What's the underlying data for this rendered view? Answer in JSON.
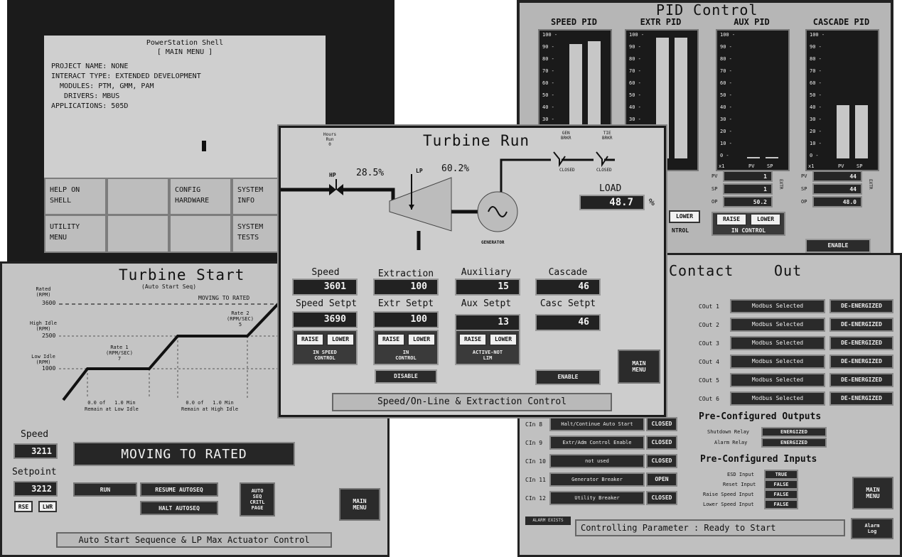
{
  "shell": {
    "title": "PowerStation Shell",
    "subtitle": "[ MAIN MENU ]",
    "info_lines": [
      "PROJECT NAME:  NONE",
      "INTERACT TYPE: EXTENDED DEVELOPMENT",
      "  MODULES: PTM, GMM, PAM",
      "   DRIVERS: MBUS",
      "APPLICATIONS: 505D"
    ],
    "menu": [
      {
        "line1": "HELP ON",
        "line2": "SHELL"
      },
      {
        "line1": "",
        "line2": ""
      },
      {
        "line1": "CONFIG",
        "line2": "HARDWARE"
      },
      {
        "line1": "SYSTEM",
        "line2": "INFO"
      },
      {
        "line1": "UTILITY",
        "line2": "MENU"
      },
      {
        "line1": "",
        "line2": ""
      },
      {
        "line1": "",
        "line2": ""
      },
      {
        "line1": "SYSTEM",
        "line2": "TESTS"
      }
    ]
  },
  "pid": {
    "title": "PID Control",
    "columns": [
      {
        "name": "SPEED PID",
        "pv": 95,
        "sp": 97
      },
      {
        "name": "EXTR PID",
        "pv": 100,
        "sp": 100
      },
      {
        "name": "AUX PID",
        "pv": 1,
        "sp": 1,
        "readouts": [
          "1",
          "1",
          "50.2"
        ],
        "raise": "RAISE",
        "lower": "LOWER",
        "status": "IN CONTROL"
      },
      {
        "name": "CASCADE PID",
        "pv": 44,
        "sp": 44,
        "readouts": [
          "44",
          "44",
          "48.0"
        ],
        "enable": "ENABLE"
      }
    ],
    "scale": [
      "100",
      "90",
      "80",
      "70",
      "60",
      "50",
      "40",
      "30",
      "20",
      "10",
      "0"
    ],
    "scale_suffix": "x1",
    "pv_label": "PV",
    "sp_label": "SP",
    "row_labels": [
      "PV",
      "SP",
      "OP"
    ],
    "side_text": "EXTR",
    "partial_lower": "LOWER",
    "partial_status": "NTROL"
  },
  "start": {
    "title": "Turbine Start",
    "subtitle": "(Auto Start Seq)",
    "y_axis": [
      {
        "label": "Rated\n(RPM)",
        "value": "3600"
      },
      {
        "label": "High Idle\n(RPM)",
        "value": "2500"
      },
      {
        "label": "Low Idle\n(RPM)",
        "value": "1000"
      }
    ],
    "moving_label": "MOVING TO RATED",
    "rate1": "Rate 1\n(RPM/SEC)\n7",
    "rate2": "Rate 2\n(RPM/SEC)\n5",
    "remain_low": "0.0 of   1.0 Min\nRemain at Low Idle",
    "remain_high": "0.0 of   1.0 Min\nRemain at High Idle",
    "speed_label": "Speed",
    "speed_value": "3211",
    "setpoint_label": "Setpoint",
    "setpoint_value": "3212",
    "rse_label": "RSE",
    "lwr_label": "LWR",
    "status_banner": "MOVING TO RATED",
    "run_button": "RUN",
    "resume_button": "RESUME AUTOSEQ",
    "halt_button": "HALT AUTOSEQ",
    "auto_seq_button": "AUTO\nSEQ\nCRITL\nPAGE",
    "main_menu": "MAIN\nMENU",
    "footer": "Auto Start Sequence & LP Max Actuator Control"
  },
  "contact": {
    "title": "Contact",
    "title2": "Out",
    "outputs": [
      {
        "label": "COut 1",
        "source": "Modbus Selected",
        "state": "DE-ENERGIZED"
      },
      {
        "label": "COut 2",
        "source": "Modbus Selected",
        "state": "DE-ENERGIZED"
      },
      {
        "label": "COut 3",
        "source": "Modbus Selected",
        "state": "DE-ENERGIZED"
      },
      {
        "label": "COut 4",
        "source": "Modbus Selected",
        "state": "DE-ENERGIZED"
      },
      {
        "label": "COut 5",
        "source": "Modbus Selected",
        "state": "DE-ENERGIZED"
      },
      {
        "label": "COut 6",
        "source": "Modbus Selected",
        "state": "DE-ENERGIZED"
      }
    ],
    "inputs": [
      {
        "label": "CIn 8",
        "name": "Halt/Continue Auto Start",
        "state": "CLOSED"
      },
      {
        "label": "CIn 9",
        "name": "Extr/Adm Control Enable",
        "state": "CLOSED"
      },
      {
        "label": "CIn 10",
        "name": "not used",
        "state": "CLOSED"
      },
      {
        "label": "CIn 11",
        "name": "Generator Breaker",
        "state": "OPEN"
      },
      {
        "label": "CIn 12",
        "name": "Utility Breaker",
        "state": "CLOSED"
      }
    ],
    "preconf_outputs_title": "Pre-Configured Outputs",
    "preconf_outputs": [
      {
        "label": "Shutdown Relay",
        "state": "ENERGIZED"
      },
      {
        "label": "Alarm Relay",
        "state": "ENERGIZED"
      }
    ],
    "preconf_inputs_title": "Pre-Configured Inputs",
    "preconf_inputs": [
      {
        "label": "ESD Input",
        "state": "TRUE"
      },
      {
        "label": "Reset Input",
        "state": "FALSE"
      },
      {
        "label": "Raise Speed Input",
        "state": "FALSE"
      },
      {
        "label": "Lower Speed Input",
        "state": "FALSE"
      }
    ],
    "main_menu": "MAIN\nMENU",
    "alarm_exists": "ALARM EXISTS",
    "status_bar": "Controlling Parameter :  Ready to Start",
    "alarm_log": "Alarm\nLog"
  },
  "run": {
    "title": "Turbine Run",
    "hours_run": "Hours\nRun\n0",
    "hp_label": "HP",
    "lp_label": "LP",
    "hp_pct": "28.5%",
    "lp_pct": "60.2%",
    "gen_bkr": "GEN\nBRKR",
    "gen_bkr_state": "CLOSED",
    "tie_bkr": "TIE\nBRKR",
    "tie_bkr_state": "CLOSED",
    "generator_label": "GENERATOR",
    "load_label": "LOAD",
    "load_value": "48.7",
    "load_unit": "%",
    "speed_label": "Speed",
    "speed_value": "3601",
    "extraction_label": "Extraction",
    "extraction_value": "100",
    "auxiliary_label": "Auxiliary",
    "auxiliary_value": "15",
    "cascade_label": "Cascade",
    "cascade_value": "46",
    "speed_setpt_label": "Speed Setpt",
    "speed_setpt_value": "3690",
    "extr_setpt_label": "Extr Setpt",
    "extr_setpt_value": "100",
    "aux_setpt_label": "Aux Setpt",
    "aux_setpt_value": "13",
    "casc_setpt_label": "Casc Setpt",
    "casc_setpt_value": "46",
    "raise": "RAISE",
    "lower": "LOWER",
    "speed_status": "IN SPEED\nCONTROL",
    "extr_status": "IN\nCONTROL",
    "aux_status": "ACTIVE-NOT\nLIM",
    "disable": "DISABLE",
    "enable": "ENABLE",
    "main_menu": "MAIN\nMENU",
    "footer": "Speed/On-Line & Extraction Control"
  }
}
